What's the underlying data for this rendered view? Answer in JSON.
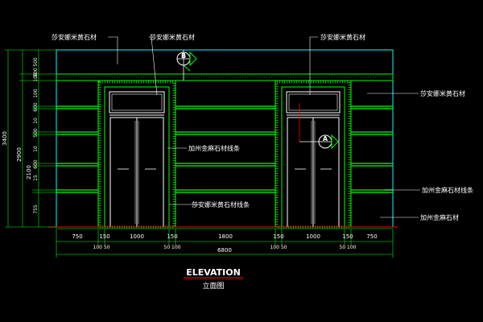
{
  "colors": {
    "background": "#000000",
    "wall_line": "#00ff00",
    "dim_line": "#00ff00",
    "text": "#ffffff",
    "cyan": "#00ffff",
    "floor_line": "#ff0000",
    "hatch": "#00ff00",
    "marker_red": "#ff0000"
  },
  "labels": {
    "top_left": "莎安娜米黄石材",
    "top_mid": "莎安娜米黄石材",
    "top_right": "莎安娜米黄石材",
    "right_1": "莎安娜米黄石材",
    "mid_1": "加州金麻石材线条",
    "mid_2": "莎安娜米黄石材线条",
    "right_2": "加州金麻石材线条",
    "right_3": "加州金麻石材"
  },
  "markers": {
    "b": "B",
    "a": "A"
  },
  "dims": {
    "left_outer": "3400",
    "left_mid": "2900",
    "left_inner": "2100",
    "left_segments": [
      "500",
      "500",
      "100",
      "100",
      "600",
      "10",
      "500",
      "10",
      "600",
      "15",
      "755"
    ],
    "bottom_segments": [
      "750",
      "150",
      "1000",
      "150",
      "1800",
      "150",
      "1000",
      "150",
      "750"
    ],
    "bottom_sub_left": "100 50",
    "bottom_sub_mid1": "50 100",
    "bottom_sub_mid2": "100 50",
    "bottom_sub_right": "50 100",
    "total": "6800"
  },
  "title": {
    "en": "ELEVATION",
    "cn": "立面图"
  }
}
